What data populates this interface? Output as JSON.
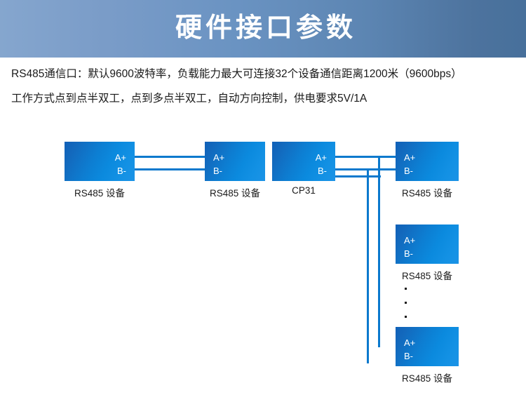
{
  "header": {
    "title": "硬件接口参数",
    "gradient_from": "#85a6ce",
    "gradient_to": "#47709b",
    "title_color": "#ffffff"
  },
  "description": {
    "lines": [
      "RS485通信口：默认9600波特率，负载能力最大可连接32个设备通信距离1200米（9600bps）",
      "工作方式点到点半双工，点到多点半双工，自动方向控制，供电要求5V/1A"
    ]
  },
  "diagram": {
    "pin_labels": {
      "a": "A+",
      "b": "B-"
    },
    "wire_color": "#0b79cd",
    "box_gradient_from": "#1060b8",
    "box_gradient_to": "#1b93e6",
    "boxes": [
      {
        "id": "device-left-1",
        "caption": "RS485 设备",
        "pin_a": "A+",
        "pin_b": "B-",
        "align": "right"
      },
      {
        "id": "device-left-2",
        "caption": "RS485 设备",
        "pin_a": "A+",
        "pin_b": "B-",
        "align": "left"
      },
      {
        "id": "cp31",
        "caption": "CP31",
        "pin_a": "A+",
        "pin_b": "B-",
        "align": "right"
      },
      {
        "id": "device-bus-1",
        "caption": "RS485 设备",
        "pin_a": "A+",
        "pin_b": "B-",
        "align": "left"
      },
      {
        "id": "device-bus-2",
        "caption": "RS485 设备",
        "pin_a": "A+",
        "pin_b": "B-",
        "align": "left"
      },
      {
        "id": "device-bus-n",
        "caption": "RS485 设备",
        "pin_a": "A+",
        "pin_b": "B-",
        "align": "left"
      }
    ],
    "ellipsis": "···"
  }
}
